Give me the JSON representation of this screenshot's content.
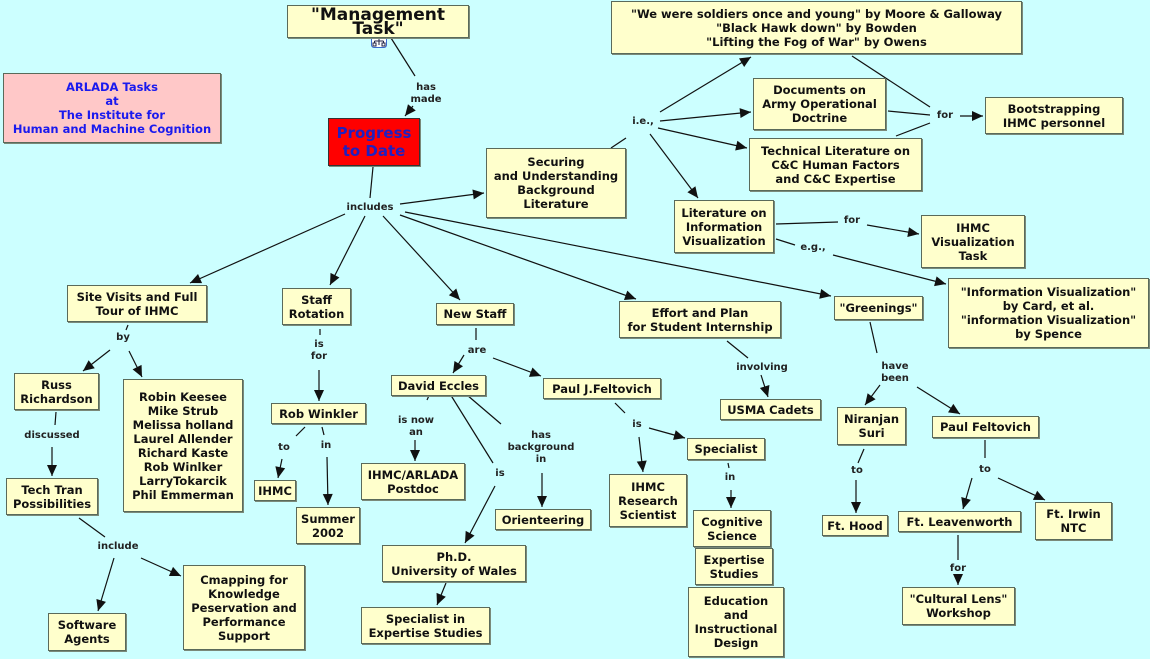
{
  "colors": {
    "background": "#ccffff",
    "concept": "#ffffcc",
    "progress_fill": "#ff0000",
    "progress_text": "#2020c0",
    "title_fill": "#ffc8c8",
    "title_text": "#1a1aee"
  },
  "nodes": {
    "mgmt": "\"Management Task\"",
    "arlada": "ARLADA Tasks\nat\nThe Institute for\nHuman and Machine Cognition",
    "progress": "Progress\nto Date",
    "securing": "Securing\nand Understanding\nBackground\nLiterature",
    "books": "\"We were soldiers once and young\" by Moore & Galloway\n\"Black Hawk down\" by Bowden\n\"Lifting the Fog of War\" by Owens",
    "docs": "Documents on\nArmy Operational\nDoctrine",
    "tech": "Technical Literature on\nC&C Human Factors\nand C&C Expertise",
    "bootstrap": "Bootstrapping\nIHMC personnel",
    "litinfo": "Literature on\nInformation\nVisualization",
    "ihmcvis": "IHMC\nVisualization\nTask",
    "infovis": "\"Information Visualization\"\nby Card, et al.\n\"information Visualization\"\nby Spence",
    "greenings": "\"Greenings\"",
    "effort": "Effort and Plan\nfor Student Internship",
    "newstaff": "New Staff",
    "staffrot": "Staff\nRotation",
    "sitevisits": "Site Visits and Full\nTour of IHMC",
    "russ": "Russ\nRichardson",
    "names": "Robin Keesee\nMike Strub\nMelissa holland\nLaurel Allender\nRichard Kaste\nRob Winlker\nLarryTokarcik\nPhil Emmerman",
    "techtran": "Tech Tran\nPossibilities",
    "software": "Software\nAgents",
    "cmapping": "Cmapping for\nKnowledge\nPeservation and\nPerformance\nSupport",
    "robw": "Rob Winkler",
    "ihmc": "IHMC",
    "summer": "Summer\n2002",
    "eccles": "David Eccles",
    "feltovich": "Paul J.Feltovich",
    "postdoc": "IHMC/ARLADA\nPostdoc",
    "orient": "Orienteering",
    "phd": "Ph.D.\nUniversity of Wales",
    "specexp": "Specialist in\nExpertise Studies",
    "ihmcres": "IHMC\nResearch\nScientist",
    "specialist": "Specialist",
    "usma": "USMA Cadets",
    "cogsci": "Cognitive\nScience",
    "expstud": "Expertise\nStudies",
    "edu": "Education\nand\nInstructional\nDesign",
    "niranjan": "Niranjan\nSuri",
    "paulf": "Paul Feltovich",
    "fthood": "Ft. Hood",
    "ftleav": "Ft. Leavenworth",
    "ftirwin": "Ft. Irwin\nNTC",
    "cultural": "\"Cultural Lens\"\nWorkshop"
  },
  "links": {
    "hasmade": "has\nmade",
    "includes": "includes",
    "ie": "i.e.,",
    "for_boot": "for",
    "for_vis": "for",
    "eg": "e.g.,",
    "by": "by",
    "isfor": "is\nfor",
    "are": "are",
    "involving": "involving",
    "havebeen": "have\nbeen",
    "discussed": "discussed",
    "to_ihmc": "to",
    "in_summer": "in",
    "isnowan": "is now\nan",
    "is_phd": "is",
    "hasbg": "has\nbackground\nin",
    "is_felt": "is",
    "in_spec": "in",
    "to_hood": "to",
    "to_forts": "to",
    "include": "include",
    "for_cult": "for"
  },
  "icons": {
    "submap": "hierarchy-icon"
  }
}
